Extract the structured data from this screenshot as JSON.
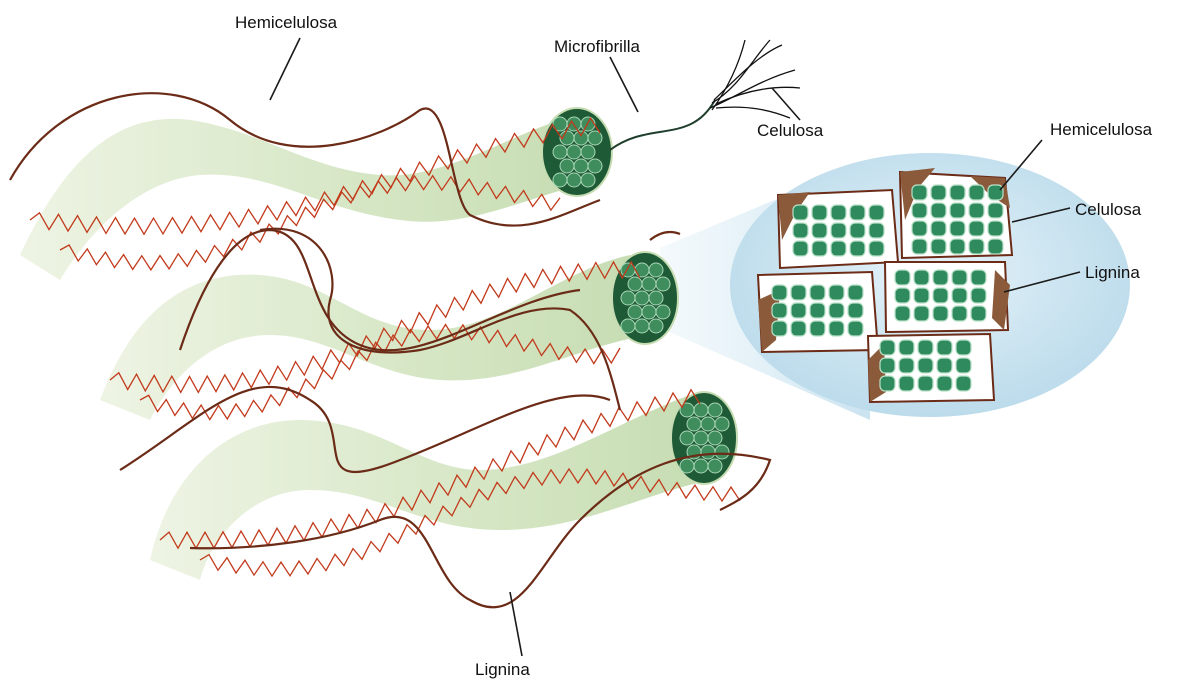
{
  "labels": {
    "hemicelulosa_top": "Hemicelulosa",
    "microfibrilla": "Microfibrilla",
    "celulosa_strands": "Celulosa",
    "hemicelulosa_right": "Hemicelulosa",
    "celulosa_right": "Celulosa",
    "lignina_right": "Lignina",
    "lignina_bottom": "Lignina"
  },
  "colors": {
    "fiber_fill": "#cfe1bf",
    "fiber_light": "#eef4e4",
    "microfibril_dark": "#1f5a36",
    "microfibril_light": "#8fc9a0",
    "hemicellulose": "#c23a1c",
    "lignin": "#6b2b17",
    "lignin_fill": "#8a5a3a",
    "magnify_fill": "#cfe6f2",
    "cellulose_cell": "#2f8a5e",
    "label_line": "#1a1a1a"
  }
}
